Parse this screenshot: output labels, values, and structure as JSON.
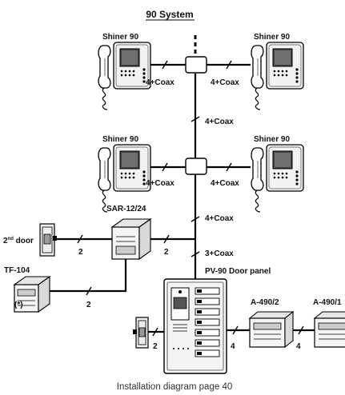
{
  "title": "90 System",
  "caption": "Installation diagram page 40",
  "monitors": {
    "top_left": "Shiner 90",
    "top_right": "Shiner 90",
    "mid_left": "Shiner 90",
    "mid_right": "Shiner 90"
  },
  "cables": {
    "top_left": "4+Coax",
    "top_right": "4+Coax",
    "riser_upper": "4+Coax",
    "mid_left": "4+Coax",
    "mid_right": "4+Coax",
    "riser_lower": "4+Coax",
    "riser_door": "3+Coax",
    "door_to_sar": "2",
    "sar_to_riser": "2",
    "tf_to_sar": "2",
    "lock_to_panel": "2",
    "panel_to_a490_2": "4",
    "a490_2_to_a490_1": "4"
  },
  "devices": {
    "sar": "SAR-12/24",
    "second_door_prefix": "2",
    "second_door_sup": "nd",
    "second_door_suffix": " door",
    "tf": "TF-104",
    "tf_note": "(*)",
    "panel": "PV-90 Door panel",
    "a490_2": "A-490/2",
    "a490_1": "A-490/1"
  }
}
